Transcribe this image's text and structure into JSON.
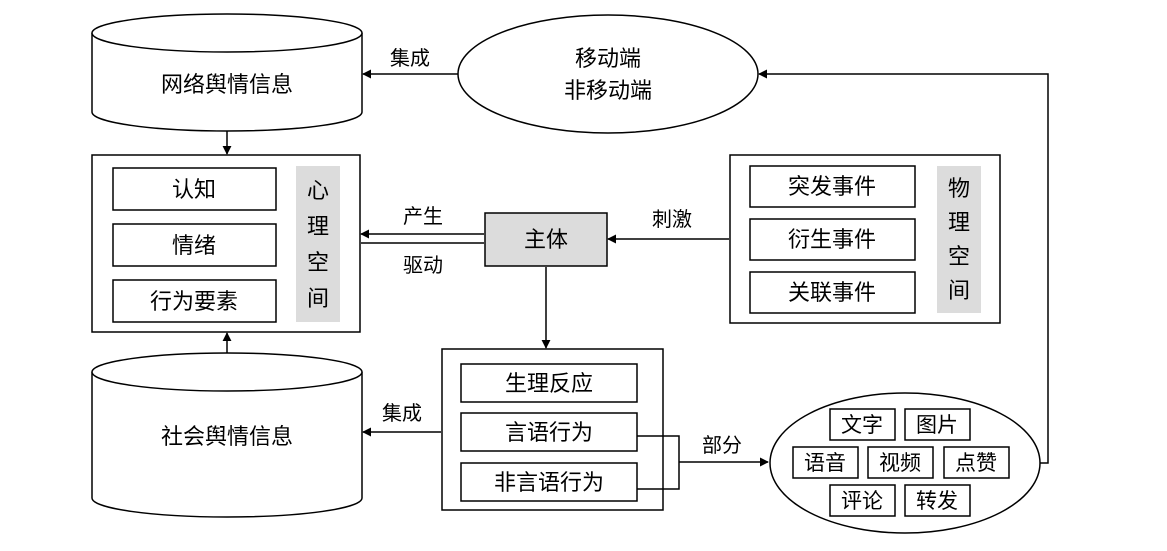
{
  "network_db": "网络舆情信息",
  "social_db": "社会舆情信息",
  "mobile": [
    "移动端",
    "非移动端"
  ],
  "psych": {
    "items": [
      "认知",
      "情绪",
      "行为要素"
    ],
    "label": [
      "心",
      "理",
      "空",
      "间"
    ]
  },
  "physical": {
    "items": [
      "突发事件",
      "衍生事件",
      "关联事件"
    ],
    "label": [
      "物",
      "理",
      "空",
      "间"
    ]
  },
  "subject": "主体",
  "reactions": [
    "生理反应",
    "言语行为",
    "非言语行为"
  ],
  "media": [
    "文字",
    "图片",
    "语音",
    "视频",
    "点赞",
    "评论",
    "转发"
  ],
  "edges": {
    "integrate_top": "集成",
    "integrate_bottom": "集成",
    "produce": "产生",
    "drive": "驱动",
    "stimulate": "刺激",
    "partial": "部分"
  }
}
